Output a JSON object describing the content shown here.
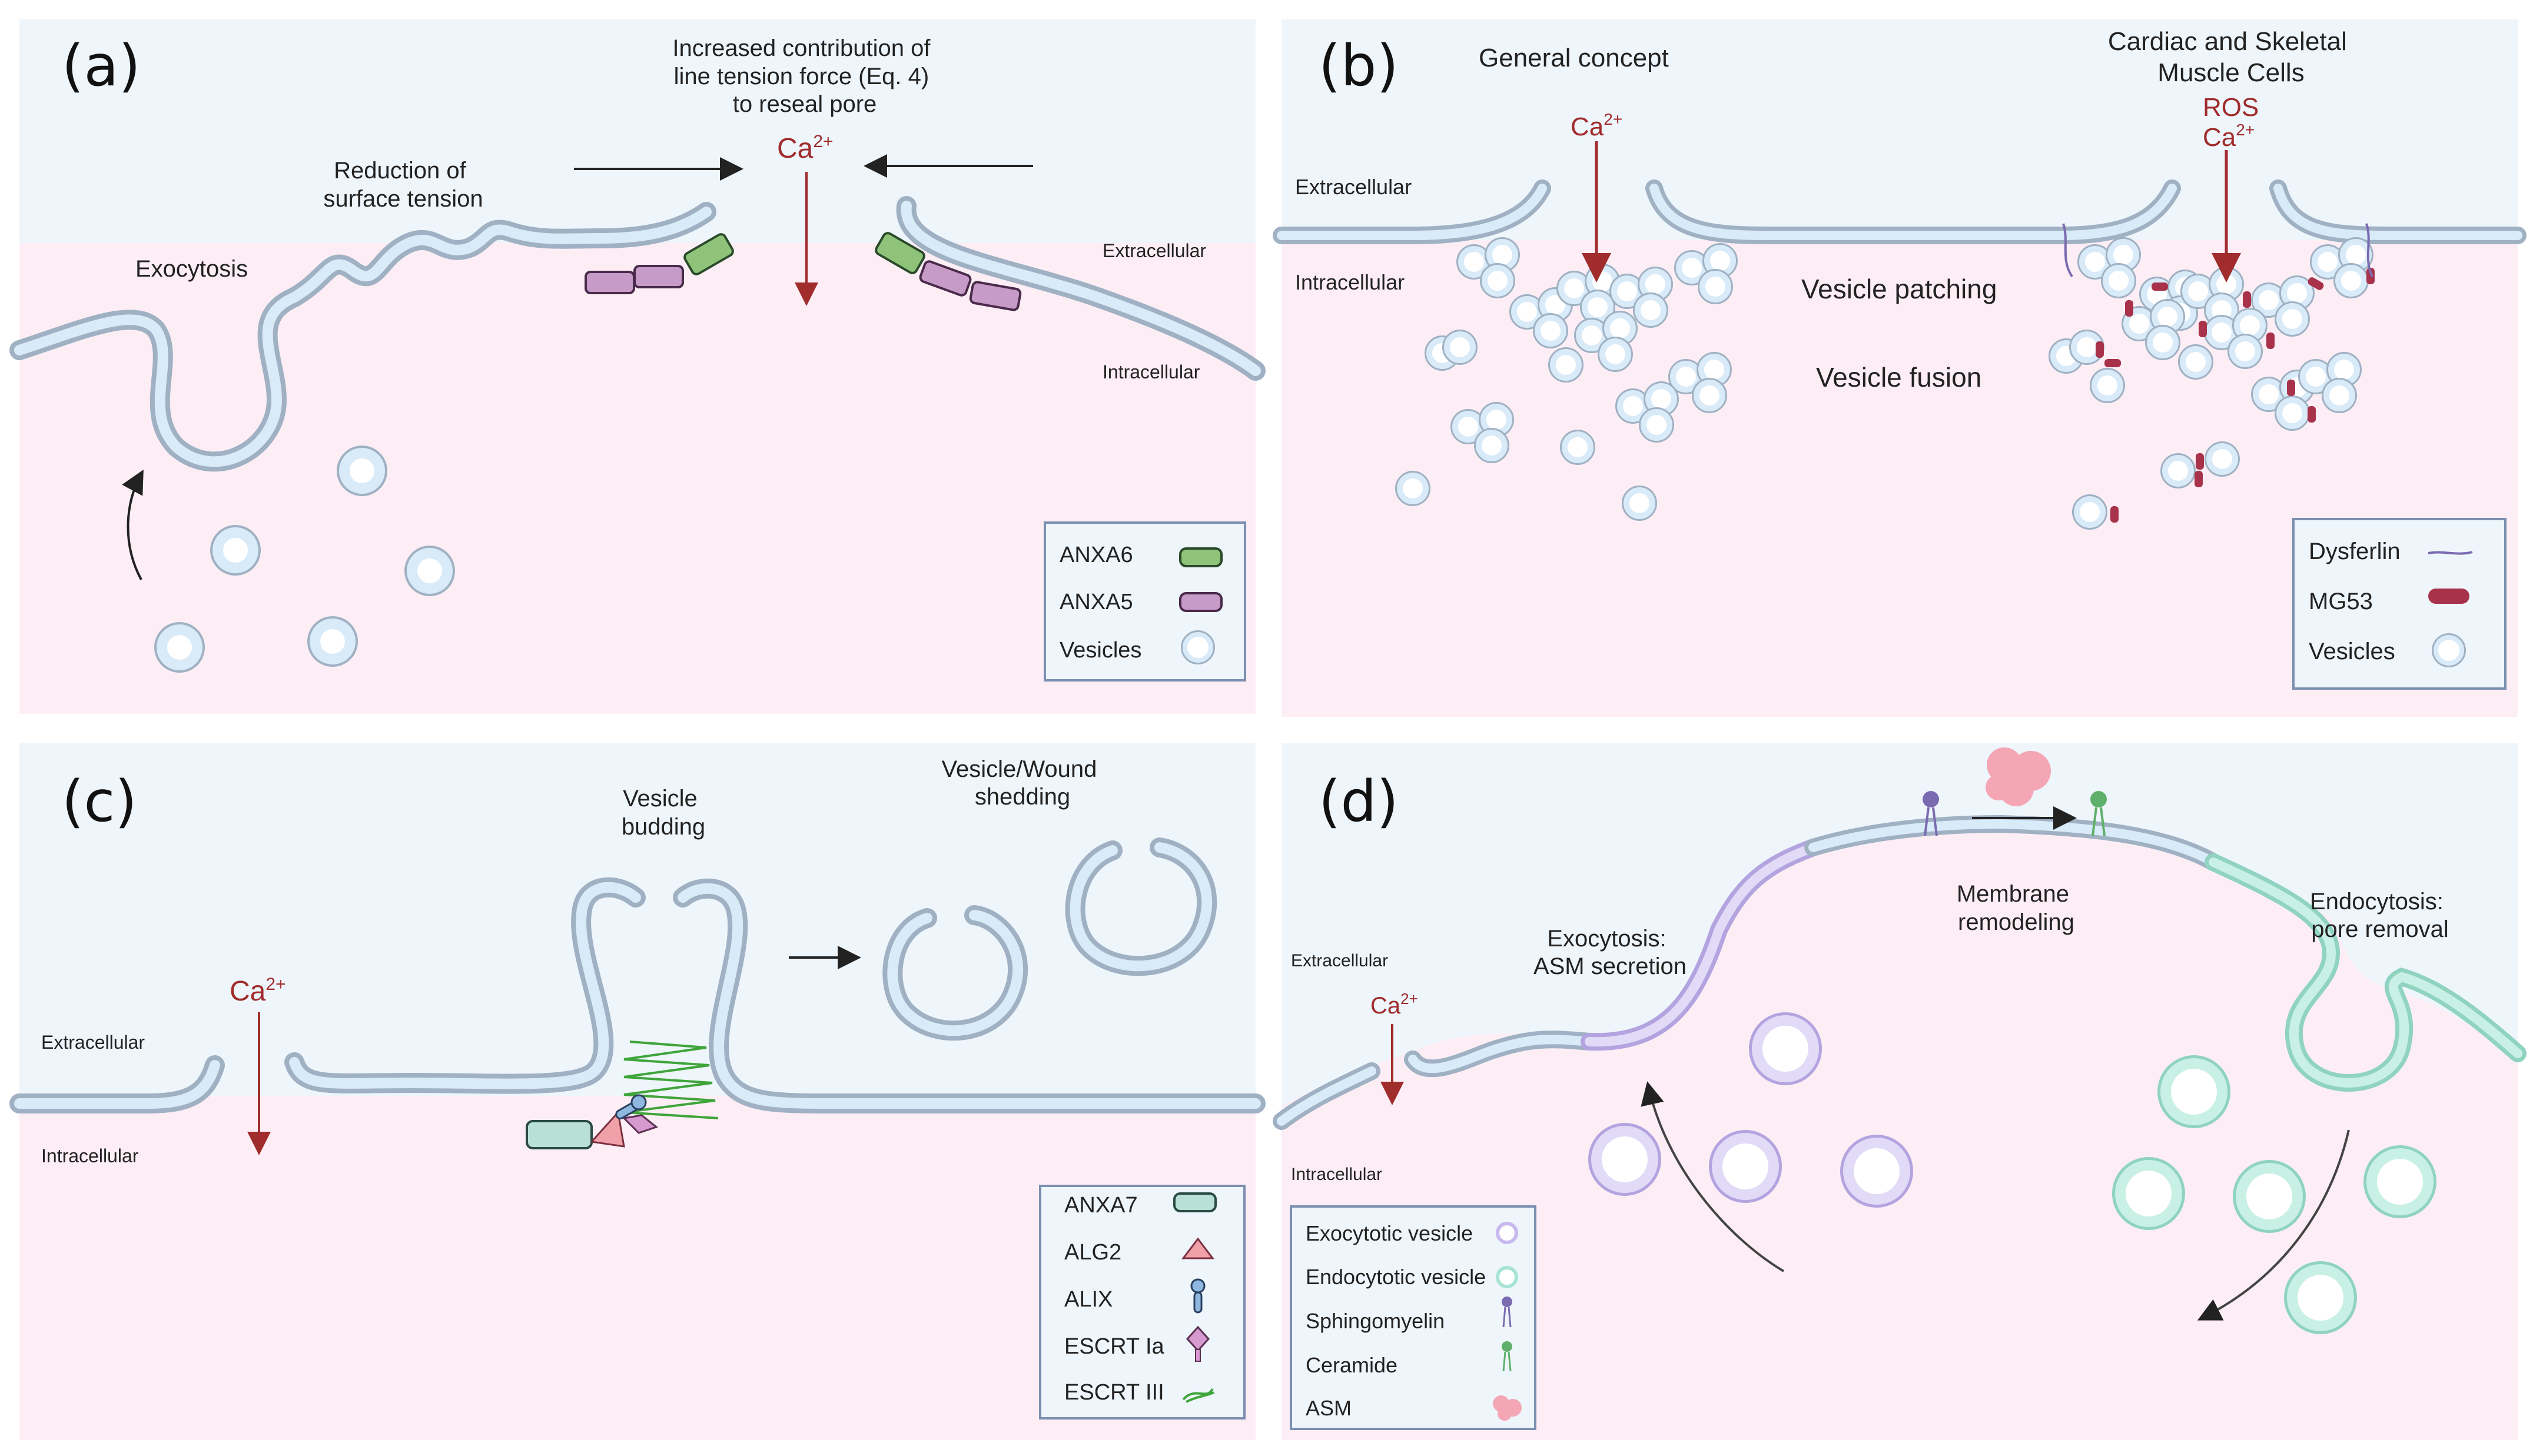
{
  "colors": {
    "extracellular_bg": "#eef5fb",
    "intracellular_bg": "#fdeef6",
    "membrane_outline": "#9fb1c2",
    "membrane_fill": "#d9eaf8",
    "calcium": "#a02c2c",
    "anxa6": "#8fc37a",
    "anxa5": "#c79bc8",
    "mg53": "#a8324a",
    "dysferlin": "#7a6bb0",
    "anxa7": "#b8e0d6",
    "alg2": "#f0a0a8",
    "alix": "#8fb8e0",
    "escrt_ia": "#d79ad0",
    "escrt_iii": "#3fa53a",
    "exocytotic_vesicle": "#c7b8ee",
    "endocytotic_vesicle": "#a8e4d4",
    "sphingomyelin": "#7a6bb0",
    "ceramide": "#5fb06a",
    "asm": "#f4a6b4"
  },
  "panel_a": {
    "letter": "(a)",
    "title_lines": [
      "Increased contribution of",
      "line tension force (Eq. 4)",
      "to reseal pore"
    ],
    "reduction_lines": [
      "Reduction of",
      "surface tension"
    ],
    "exocytosis": "Exocytosis",
    "calcium": "Ca",
    "calcium_charge": "2+",
    "extracellular": "Extracellular",
    "intracellular": "Intracellular",
    "legend": [
      {
        "label": "ANXA6",
        "icon": "anxa6-rod-icon"
      },
      {
        "label": "ANXA5",
        "icon": "anxa5-rod-icon"
      },
      {
        "label": "Vesicles",
        "icon": "vesicle-ring-icon"
      }
    ]
  },
  "panel_b": {
    "letter": "(b)",
    "general_concept": "General concept",
    "muscle_lines": [
      "Cardiac and Skeletal",
      "Muscle Cells"
    ],
    "ros": "ROS",
    "calcium": "Ca",
    "calcium_charge": "2+",
    "extracellular": "Extracellular",
    "intracellular": "Intracellular",
    "vesicle_patching": "Vesicle patching",
    "vesicle_fusion": "Vesicle fusion",
    "legend": [
      {
        "label": "Dysferlin",
        "icon": "dysferlin-strand-icon"
      },
      {
        "label": "MG53",
        "icon": "mg53-rod-icon"
      },
      {
        "label": "Vesicles",
        "icon": "vesicle-ring-icon"
      }
    ]
  },
  "panel_c": {
    "letter": "(c)",
    "budding_lines": [
      "Vesicle",
      "budding"
    ],
    "shedding_lines": [
      "Vesicle/Wound",
      "shedding"
    ],
    "calcium": "Ca",
    "calcium_charge": "2+",
    "extracellular": "Extracellular",
    "intracellular": "Intracellular",
    "legend": [
      {
        "label": "ANXA7",
        "icon": "anxa7-capsule-icon"
      },
      {
        "label": "ALG2",
        "icon": "alg2-triangle-icon"
      },
      {
        "label": "ALIX",
        "icon": "alix-lollipop-icon"
      },
      {
        "label": "ESCRT Ia",
        "icon": "escrt-ia-diamond-icon"
      },
      {
        "label": "ESCRT III",
        "icon": "escrt-iii-spiral-icon"
      }
    ]
  },
  "panel_d": {
    "letter": "(d)",
    "exocytosis_lines": [
      "Exocytosis:",
      "ASM secretion"
    ],
    "remodeling_lines": [
      "Membrane",
      "remodeling"
    ],
    "endocytosis_lines": [
      "Endocytosis:",
      "pore removal"
    ],
    "calcium": "Ca",
    "calcium_charge": "2+",
    "extracellular": "Extracellular",
    "intracellular": "Intracellular",
    "legend": [
      {
        "label": "Exocytotic vesicle",
        "icon": "exocytotic-vesicle-icon"
      },
      {
        "label": "Endocytotic vesicle",
        "icon": "endocytotic-vesicle-icon"
      },
      {
        "label": "Sphingomyelin",
        "icon": "sphingomyelin-icon"
      },
      {
        "label": "Ceramide",
        "icon": "ceramide-icon"
      },
      {
        "label": "ASM",
        "icon": "asm-blob-icon"
      }
    ]
  }
}
